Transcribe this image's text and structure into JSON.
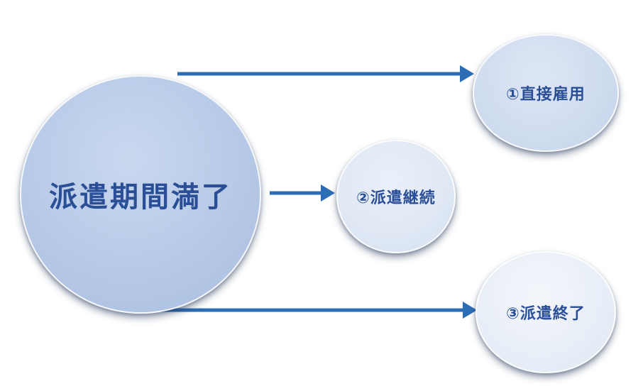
{
  "diagram": {
    "source": {
      "label": "派遣期間満了"
    },
    "options": [
      {
        "label": "①直接雇用"
      },
      {
        "label": "②派遣継続"
      },
      {
        "label": "③派遣終了"
      }
    ],
    "colors": {
      "arrow": "#2d6db5",
      "text": "#2b4f96",
      "main_circle": "#b6c9e6",
      "option_circle": "#dfe8f4"
    }
  }
}
